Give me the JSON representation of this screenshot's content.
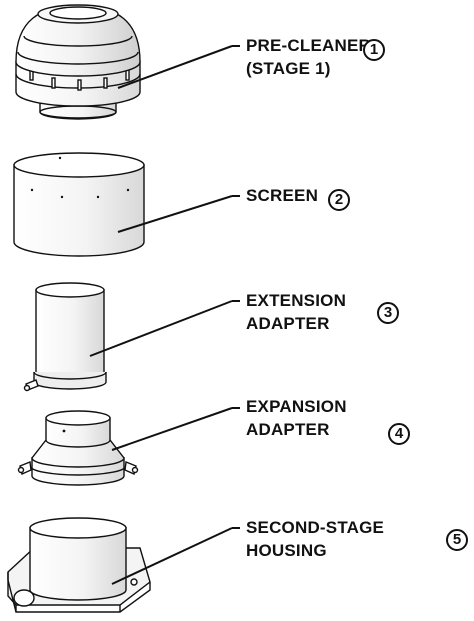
{
  "parts": [
    {
      "number": "1",
      "line1": "PRE-CLEANER",
      "line2": "(STAGE 1)"
    },
    {
      "number": "2",
      "line1": "SCREEN",
      "line2": ""
    },
    {
      "number": "3",
      "line1": "EXTENSION",
      "line2": "ADAPTER"
    },
    {
      "number": "4",
      "line1": "EXPANSION",
      "line2": "ADAPTER"
    },
    {
      "number": "5",
      "line1": "SECOND-STAGE",
      "line2": "HOUSING"
    }
  ],
  "colors": {
    "ink": "#111111",
    "fill": "#ffffff",
    "shade": "#e6e6e6"
  }
}
